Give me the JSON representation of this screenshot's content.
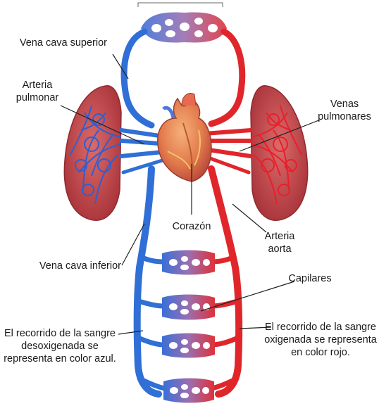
{
  "labels": {
    "vena_cava_superior": "Vena cava superior",
    "arteria_pulmonar_1": "Arteria",
    "arteria_pulmonar_2": "pulmonar",
    "venas_pulmonares_1": "Venas",
    "venas_pulmonares_2": "pulmonares",
    "corazon": "Corazón",
    "arteria_aorta_1": "Arteria",
    "arteria_aorta_2": "aorta",
    "vena_cava_inferior": "Vena cava inferior",
    "capilares": "Capilares",
    "recorrido_azul_1": "El recorrido de la sangre",
    "recorrido_azul_2": "desoxigenada se",
    "recorrido_azul_3": "representa en color azul.",
    "recorrido_rojo_1": "El recorrido de la sangre",
    "recorrido_rojo_2": "oxigenada se representa",
    "recorrido_rojo_3": "en color rojo."
  },
  "colors": {
    "deoxygenated": "#2f6fd6",
    "oxygenated": "#e0262b",
    "lung": "#c8454a",
    "heart": "#e8855a",
    "capillary": "#a06aa8"
  }
}
